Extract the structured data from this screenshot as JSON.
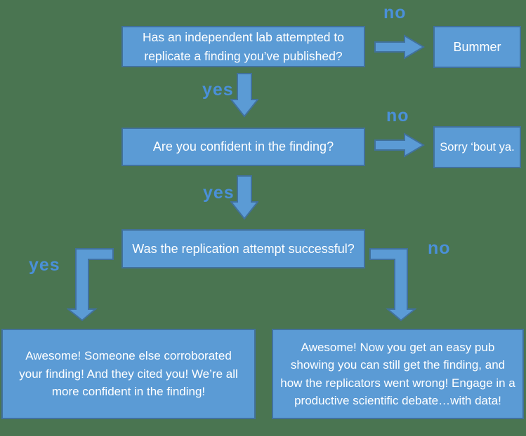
{
  "colors": {
    "background_color": "#4a7551",
    "node_fill": "#5b9bd5",
    "node_border": "#41719c",
    "node_text_color": "#ffffff",
    "label_color": "#4a90d9"
  },
  "flowchart": {
    "nodes": {
      "q1": {
        "text": "Has an independent lab attempted to replicate a finding you’ve published?"
      },
      "bummer": {
        "text": "Bummer"
      },
      "q2": {
        "text": "Are you confident in the finding?"
      },
      "sorry": {
        "text": "Sorry ‘bout ya."
      },
      "q3": {
        "text": "Was the replication attempt successful?"
      },
      "result_yes": {
        "text": "Awesome! Someone else corroborated your finding! And they cited you! We’re all more confident in the finding!"
      },
      "result_no": {
        "text": "Awesome! Now you get an easy pub showing you can still get the finding, and how the replicators went wrong! Engage in a productive scientific debate…with data!"
      }
    },
    "labels": {
      "no_1": "no",
      "yes_1": "yes",
      "no_2": "no",
      "yes_2": "yes",
      "yes_3": "yes",
      "no_3": "no"
    }
  }
}
